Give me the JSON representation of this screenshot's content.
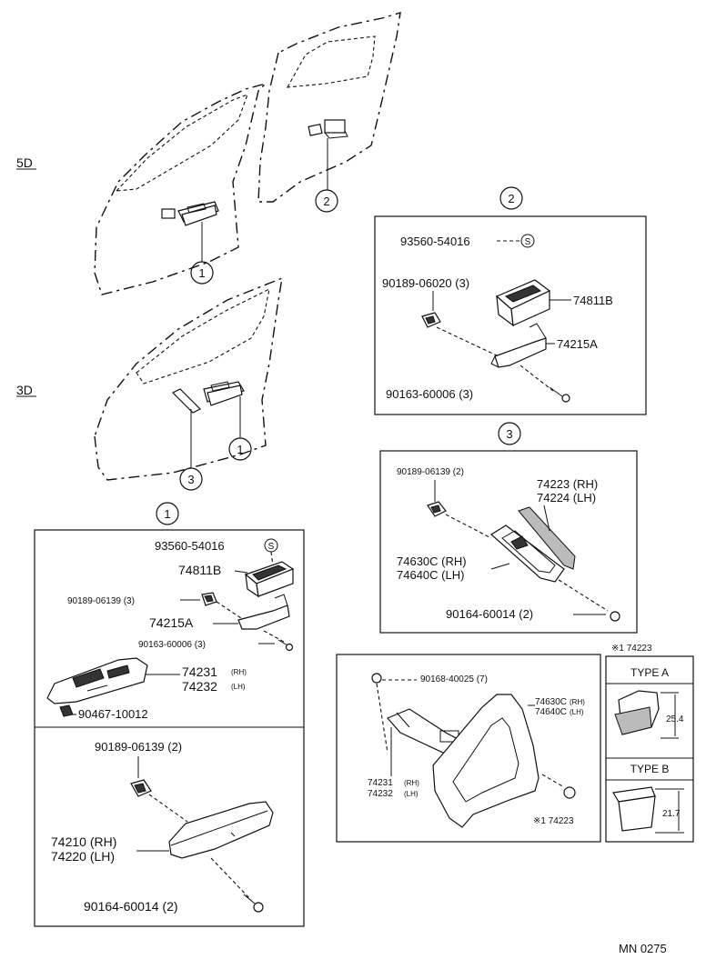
{
  "labels": {
    "d5": "5D",
    "d3": "3D",
    "c1": "1",
    "c2": "2",
    "c3": "3",
    "s_code": "S",
    "p93560": "93560-54016",
    "p74811b": "74811B",
    "p90189_06020": "90189-06020 (3)",
    "p74215a": "74215A",
    "p90163_3": "90163-60006 (3)",
    "p90189_06139_2": "90189-06139 (2)",
    "p74223": "74223 (RH)",
    "p74224": "74224 (LH)",
    "p74630c": "74630C (RH)",
    "p74640c": "74640C (LH)",
    "p90164_2": "90164-60014 (2)",
    "p90189_06139_3": "90189-06139 (3)",
    "p74231": "74231",
    "p74232": "74232",
    "rh": "(RH)",
    "lh": "(LH)",
    "p90467": "90467-10012",
    "p74210": "74210 (RH)",
    "p74220": "74220 (LH)",
    "p90168": "90168-40025 (7)",
    "p74630c_s": "74630C",
    "p74640c_s": "74640C",
    "star_74223": "※1 74223",
    "type_a": "TYPE A",
    "type_b": "TYPE B",
    "dim_a": "25.4",
    "dim_b": "21.7",
    "diagram_id": "MN 0275"
  }
}
